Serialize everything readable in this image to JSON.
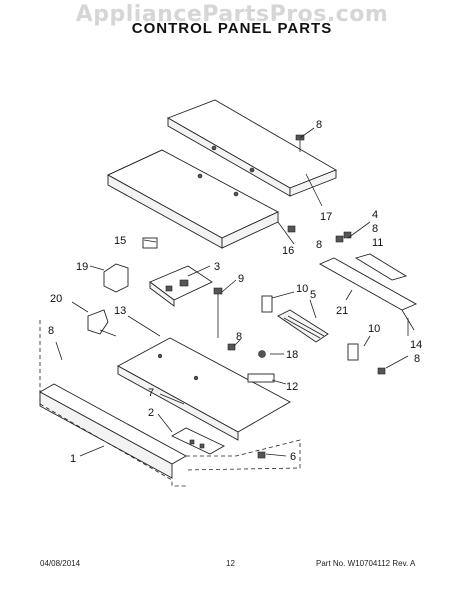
{
  "watermark": "AppliancePartsPros.com",
  "title": "CONTROL PANEL PARTS",
  "footer": {
    "date": "04/08/2014",
    "page": "12",
    "part": "Part No. W10704112  Rev. A"
  },
  "callouts": {
    "c8_top": "8",
    "c17": "17",
    "c4": "4",
    "c8_mid": "8",
    "c11": "11",
    "c16": "16",
    "c15": "15",
    "c3": "3",
    "c19": "19",
    "c9": "9",
    "c20": "20",
    "c13": "13",
    "c10_a": "10",
    "c5": "5",
    "c21": "21",
    "c14": "14",
    "c8_left": "8",
    "c8_center": "8",
    "c18": "18",
    "c10_b": "10",
    "c8_right": "8",
    "c7": "7",
    "c12": "12",
    "c2": "2",
    "c1": "1",
    "c6": "6",
    "c8_lone": "8"
  }
}
